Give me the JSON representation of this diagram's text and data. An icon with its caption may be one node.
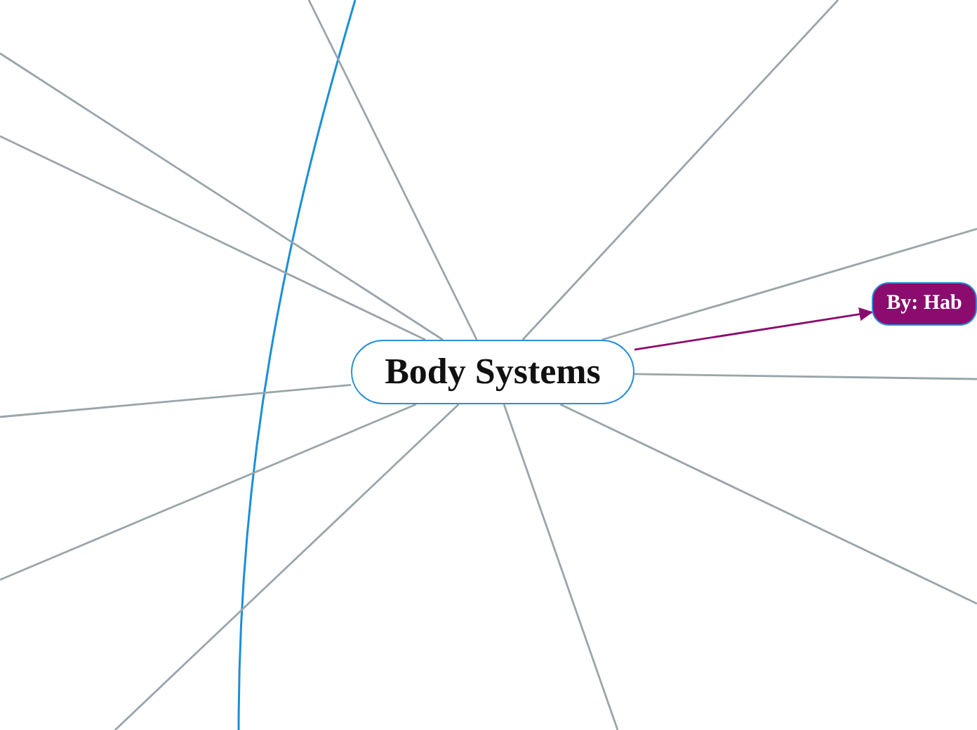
{
  "diagram": {
    "nodes": [
      {
        "text": [
          "Body Systems"
        ]
      },
      {
        "text": [
          "By: Hab"
        ]
      }
    ],
    "edges": [
      {
        "from": 0,
        "to": null,
        "arrow": "none"
      },
      {
        "from": 0,
        "to": null,
        "arrow": "none"
      },
      {
        "from": 0,
        "to": null,
        "arrow": "none"
      },
      {
        "from": 0,
        "to": null,
        "arrow": "none"
      },
      {
        "from": 0,
        "to": null,
        "arrow": "none"
      },
      {
        "from": 0,
        "to": null,
        "arrow": "none"
      },
      {
        "from": 0,
        "to": null,
        "arrow": "none"
      },
      {
        "from": 0,
        "to": null,
        "arrow": "none"
      },
      {
        "from": 0,
        "to": null,
        "arrow": "none"
      },
      {
        "from": 0,
        "to": null,
        "arrow": "none"
      },
      {
        "from": 0,
        "to": null,
        "arrow": "none"
      },
      {
        "from": 0,
        "to": 1,
        "arrow": "to",
        "color": "#8b0c6e"
      }
    ]
  }
}
